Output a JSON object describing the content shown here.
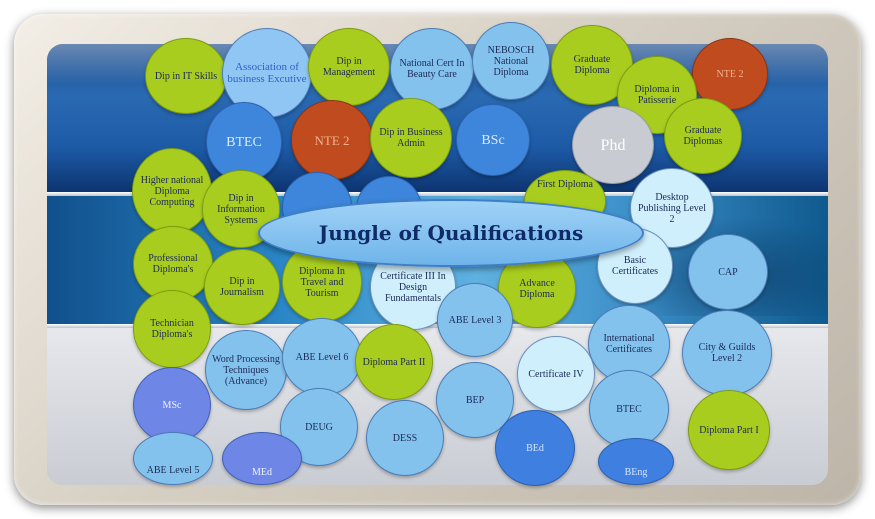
{
  "title": "Jungle of Qualifications",
  "bubbles": {
    "dip_it_skills": "Dip in IT Skills",
    "assoc_business": "Association of business Excutive",
    "dip_management": "Dip in Management",
    "national_cert_beauty": "National Cert In Beauty Care",
    "nebosch": "NEBOSCH National Diploma",
    "graduate_diploma": "Graduate Diploma",
    "diploma_patisserie": "Diploma in Patisserie",
    "nte_top": "NTE 2",
    "btec_top": "BTEC",
    "nte_mid": "NTE 2",
    "dip_business_admin": "Dip in Business Admin",
    "bsc": "BSc",
    "phd": "Phd",
    "graduate_diplomas": "Graduate Diplomas",
    "higher_national": "Higher national Diploma Computing",
    "dip_info_systems": "Dip in Information Systems",
    "first_diploma": "First Diploma",
    "desktop_publishing": "Desktop Publishing Level 2",
    "professional_diplomas": "Professional Diploma's",
    "dip_journalism": "Dip in Journalism",
    "diploma_travel": "Diploma In Travel and Tourism",
    "cert_iii_design": "Certificate III In Design Fundamentals",
    "advance_diploma": "Advance Diploma",
    "basic_certificates": "Basic Certificates",
    "cap": "CAP",
    "technician_diplomas": "Technician Diploma's",
    "abe_level_3": "ABE Level 3",
    "international_certificates": "International Certificates",
    "city_guilds": "City & Guilds Level 2",
    "word_processing": "Word Processing Techniques (Advance)",
    "abe_level_6": "ABE Level 6",
    "diploma_part_ii": "Diploma Part II",
    "certificate_iv": "Certificate IV",
    "msc": "MSc",
    "bep": "BEP",
    "btec_bottom": "BTEC",
    "diploma_part_i": "Diploma Part I",
    "deug": "DEUG",
    "dess": "DESS",
    "bed": "BEd",
    "abe_level_5": "ABE Level 5",
    "med": "MEd",
    "beng": "BEng"
  }
}
